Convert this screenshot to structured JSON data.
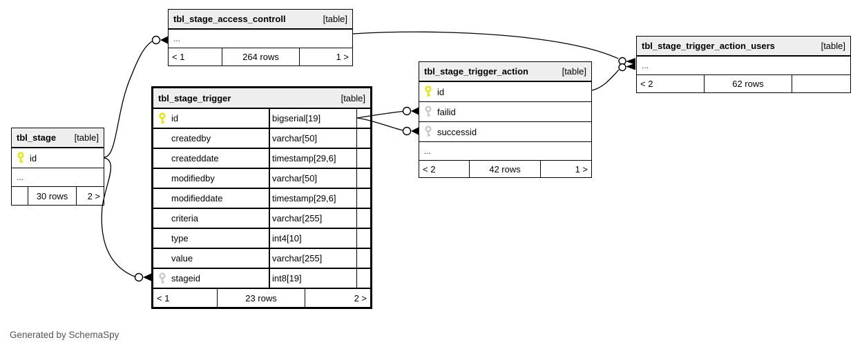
{
  "diagram": {
    "generated_by": "Generated by SchemaSpy"
  },
  "colors": {
    "primary_key_icon": "#e6e600",
    "foreign_key_icon": "#c9c9c9",
    "header_bg": "#eeeeee",
    "border": "#000000"
  },
  "tables": {
    "access_controll": {
      "title": "tbl_stage_access_controll",
      "type_label": "[table]",
      "ellipsis": "...",
      "pager": {
        "first": "< 1",
        "rows": "264 rows",
        "last": "1 >"
      }
    },
    "trigger_action_users": {
      "title": "tbl_stage_trigger_action_users",
      "type_label": "[table]",
      "ellipsis": "...",
      "pager": {
        "first": "< 2",
        "rows": "62 rows",
        "last": ""
      }
    },
    "trigger_action": {
      "title": "tbl_stage_trigger_action",
      "type_label": "[table]",
      "columns": [
        {
          "name": "id",
          "key": "primary"
        },
        {
          "name": "failid",
          "key": "foreign"
        },
        {
          "name": "successid",
          "key": "foreign"
        }
      ],
      "ellipsis": "...",
      "pager": {
        "first": "< 2",
        "rows": "42 rows",
        "last": "1 >"
      }
    },
    "trigger": {
      "title": "tbl_stage_trigger",
      "type_label": "[table]",
      "columns": [
        {
          "name": "id",
          "type": "bigserial[19]",
          "key": "primary"
        },
        {
          "name": "createdby",
          "type": "varchar[50]",
          "key": null
        },
        {
          "name": "createddate",
          "type": "timestamp[29,6]",
          "key": null
        },
        {
          "name": "modifiedby",
          "type": "varchar[50]",
          "key": null
        },
        {
          "name": "modifieddate",
          "type": "timestamp[29,6]",
          "key": null
        },
        {
          "name": "criteria",
          "type": "varchar[255]",
          "key": null
        },
        {
          "name": "type",
          "type": "int4[10]",
          "key": null
        },
        {
          "name": "value",
          "type": "varchar[255]",
          "key": null
        },
        {
          "name": "stageid",
          "type": "int8[19]",
          "key": "foreign"
        }
      ],
      "pager": {
        "first": "< 1",
        "rows": "23 rows",
        "last": "2 >"
      }
    },
    "stage": {
      "title": "tbl_stage",
      "type_label": "[table]",
      "columns": [
        {
          "name": "id",
          "key": "primary"
        }
      ],
      "ellipsis": "...",
      "pager": {
        "first": "",
        "rows": "30 rows",
        "last": "2 >"
      }
    }
  }
}
